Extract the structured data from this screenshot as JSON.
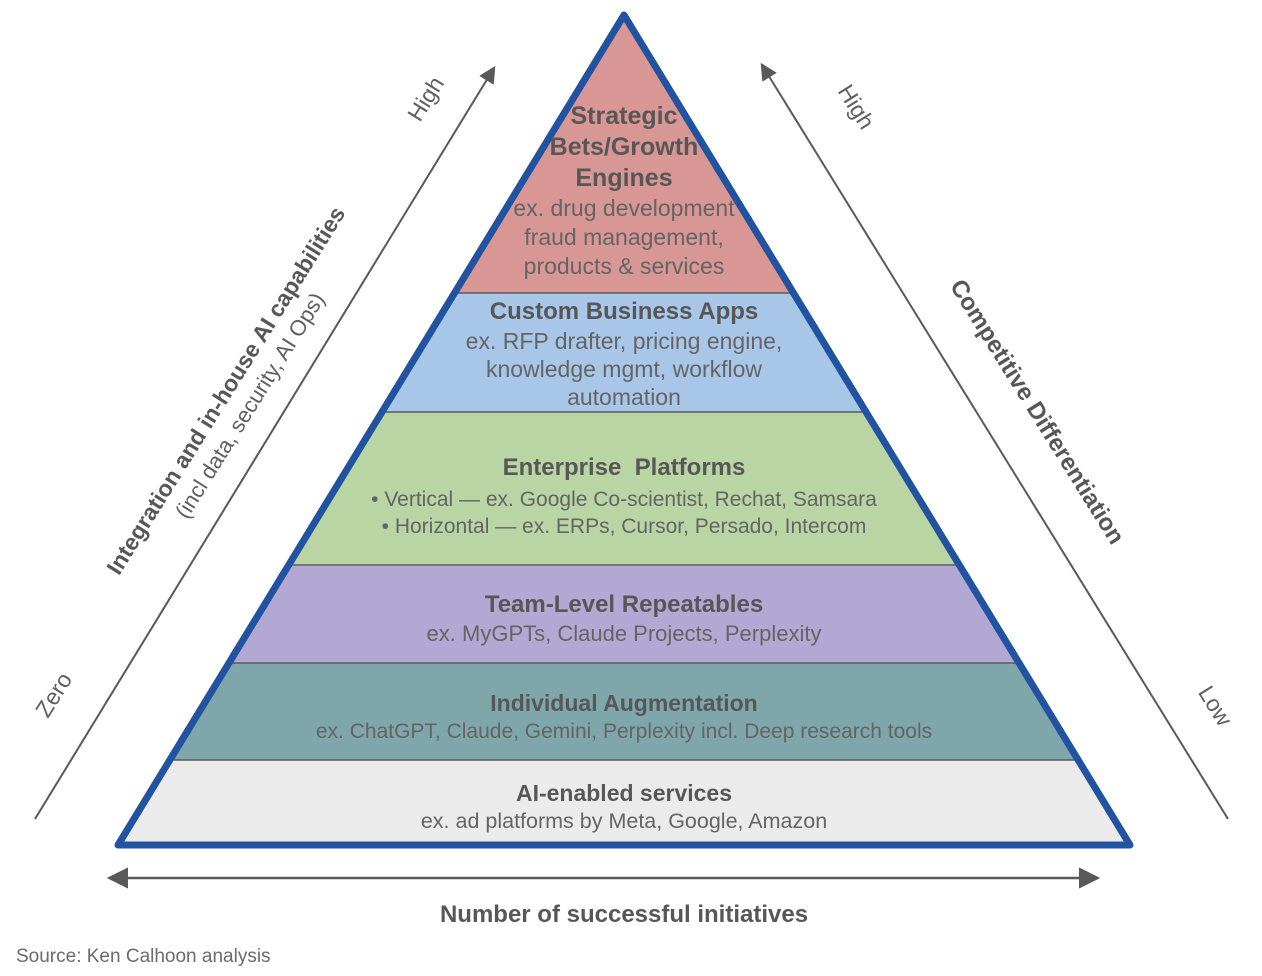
{
  "diagram": {
    "type": "pyramid",
    "outline_color": "#2253a0",
    "separator_color": "#5a5a5a",
    "arrow_color": "#595959",
    "text_color": "#5a5a5a",
    "levels": [
      {
        "name": "strategic-bets-growth-engines",
        "color": "#d89694",
        "title_lines": [
          "Strategic",
          "Bets/Growth",
          "Engines"
        ],
        "desc_lines": [
          "ex. drug development",
          "fraud management,",
          "products & services"
        ]
      },
      {
        "name": "custom-business-apps",
        "color": "#a8c6e8",
        "title_lines": [
          "Custom Business Apps"
        ],
        "desc_lines": [
          "ex. RFP drafter, pricing engine,",
          "knowledge mgmt, workflow",
          "automation"
        ]
      },
      {
        "name": "enterprise-platforms",
        "color": "#b9d5a3",
        "title_lines": [
          "Enterprise  Platforms"
        ],
        "desc_lines": [
          "• Vertical — ex. Google Co-scientist, Rechat, Samsara",
          "• Horizontal — ex. ERPs, Cursor, Persado, Intercom"
        ]
      },
      {
        "name": "team-level-repeatables",
        "color": "#b2a8d3",
        "title_lines": [
          "Team-Level Repeatables"
        ],
        "desc_lines": [
          "ex. MyGPTs, Claude Projects, Perplexity"
        ]
      },
      {
        "name": "individual-augmentation",
        "color": "#7ea6ab",
        "title_lines": [
          "Individual Augmentation"
        ],
        "desc_lines": [
          "ex. ChatGPT, Claude, Gemini, Perplexity incl. Deep research tools"
        ]
      },
      {
        "name": "ai-enabled-services",
        "color": "#ebebeb",
        "title_lines": [
          "AI-enabled services"
        ],
        "desc_lines": [
          "ex. ad platforms by Meta, Google, Amazon"
        ]
      }
    ]
  },
  "axes": {
    "left": {
      "label": "Integration and in-house AI capabilities",
      "sublabel": "(incl data, security, AI Ops)",
      "min_label": "Zero",
      "max_label": "High"
    },
    "right": {
      "label": "Competitive Differentiation",
      "max_label": "High",
      "min_label": "Low"
    },
    "bottom": {
      "label": "Number of successful initiatives"
    }
  },
  "source": "Source: Ken Calhoon analysis"
}
